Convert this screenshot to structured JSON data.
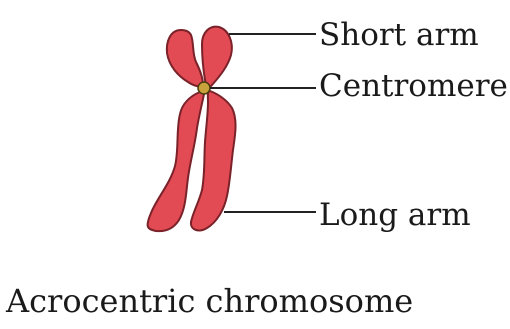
{
  "diagram": {
    "labels": {
      "short_arm": "Short arm",
      "centromere": "Centromere",
      "long_arm": "Long arm"
    },
    "caption": "Acrocentric chromosome",
    "colors": {
      "chromatid_fill": "#e24a54",
      "chromatid_outline": "#7a2229",
      "centromere_fill": "#c8a23a",
      "leader_line": "#222222"
    }
  }
}
